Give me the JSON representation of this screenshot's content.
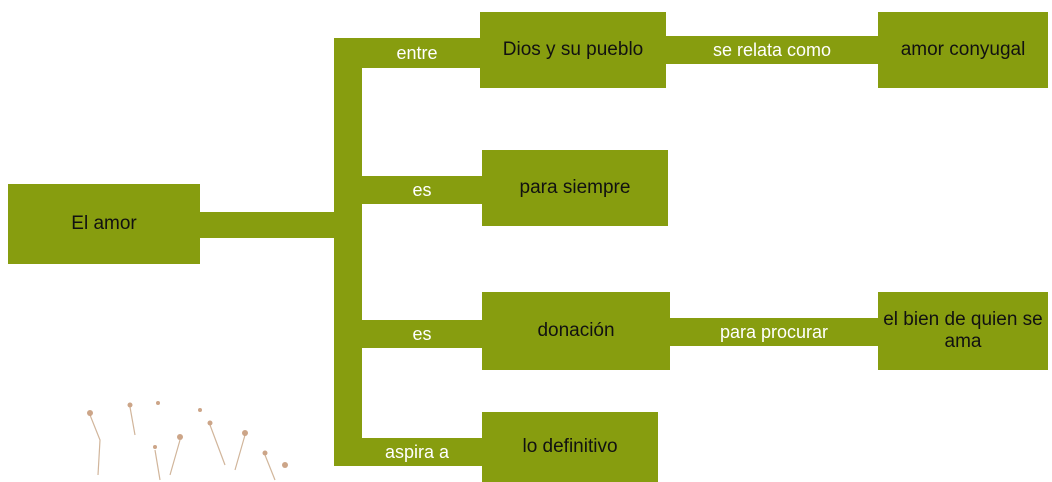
{
  "colors": {
    "node_fill": "#879d0f",
    "connector": "#879d0f",
    "node_text": "#111111",
    "edge_text": "#ffffff"
  },
  "nodes": {
    "root": "El amor",
    "dios_pueblo": "Dios y su pueblo",
    "amor_conyugal": "amor conyugal",
    "para_siempre": "para siempre",
    "donacion": "donación",
    "bien_quien_ama": "el bien de quien se ama",
    "definitivo": "lo definitivo"
  },
  "edges": {
    "entre": "entre",
    "es_1": "es",
    "es_2": "es",
    "aspira_a": "aspira a",
    "se_relata_como": "se relata como",
    "para_procurar": "para procurar"
  },
  "decoration": {
    "name": "dandelion-seeds-illustration"
  }
}
